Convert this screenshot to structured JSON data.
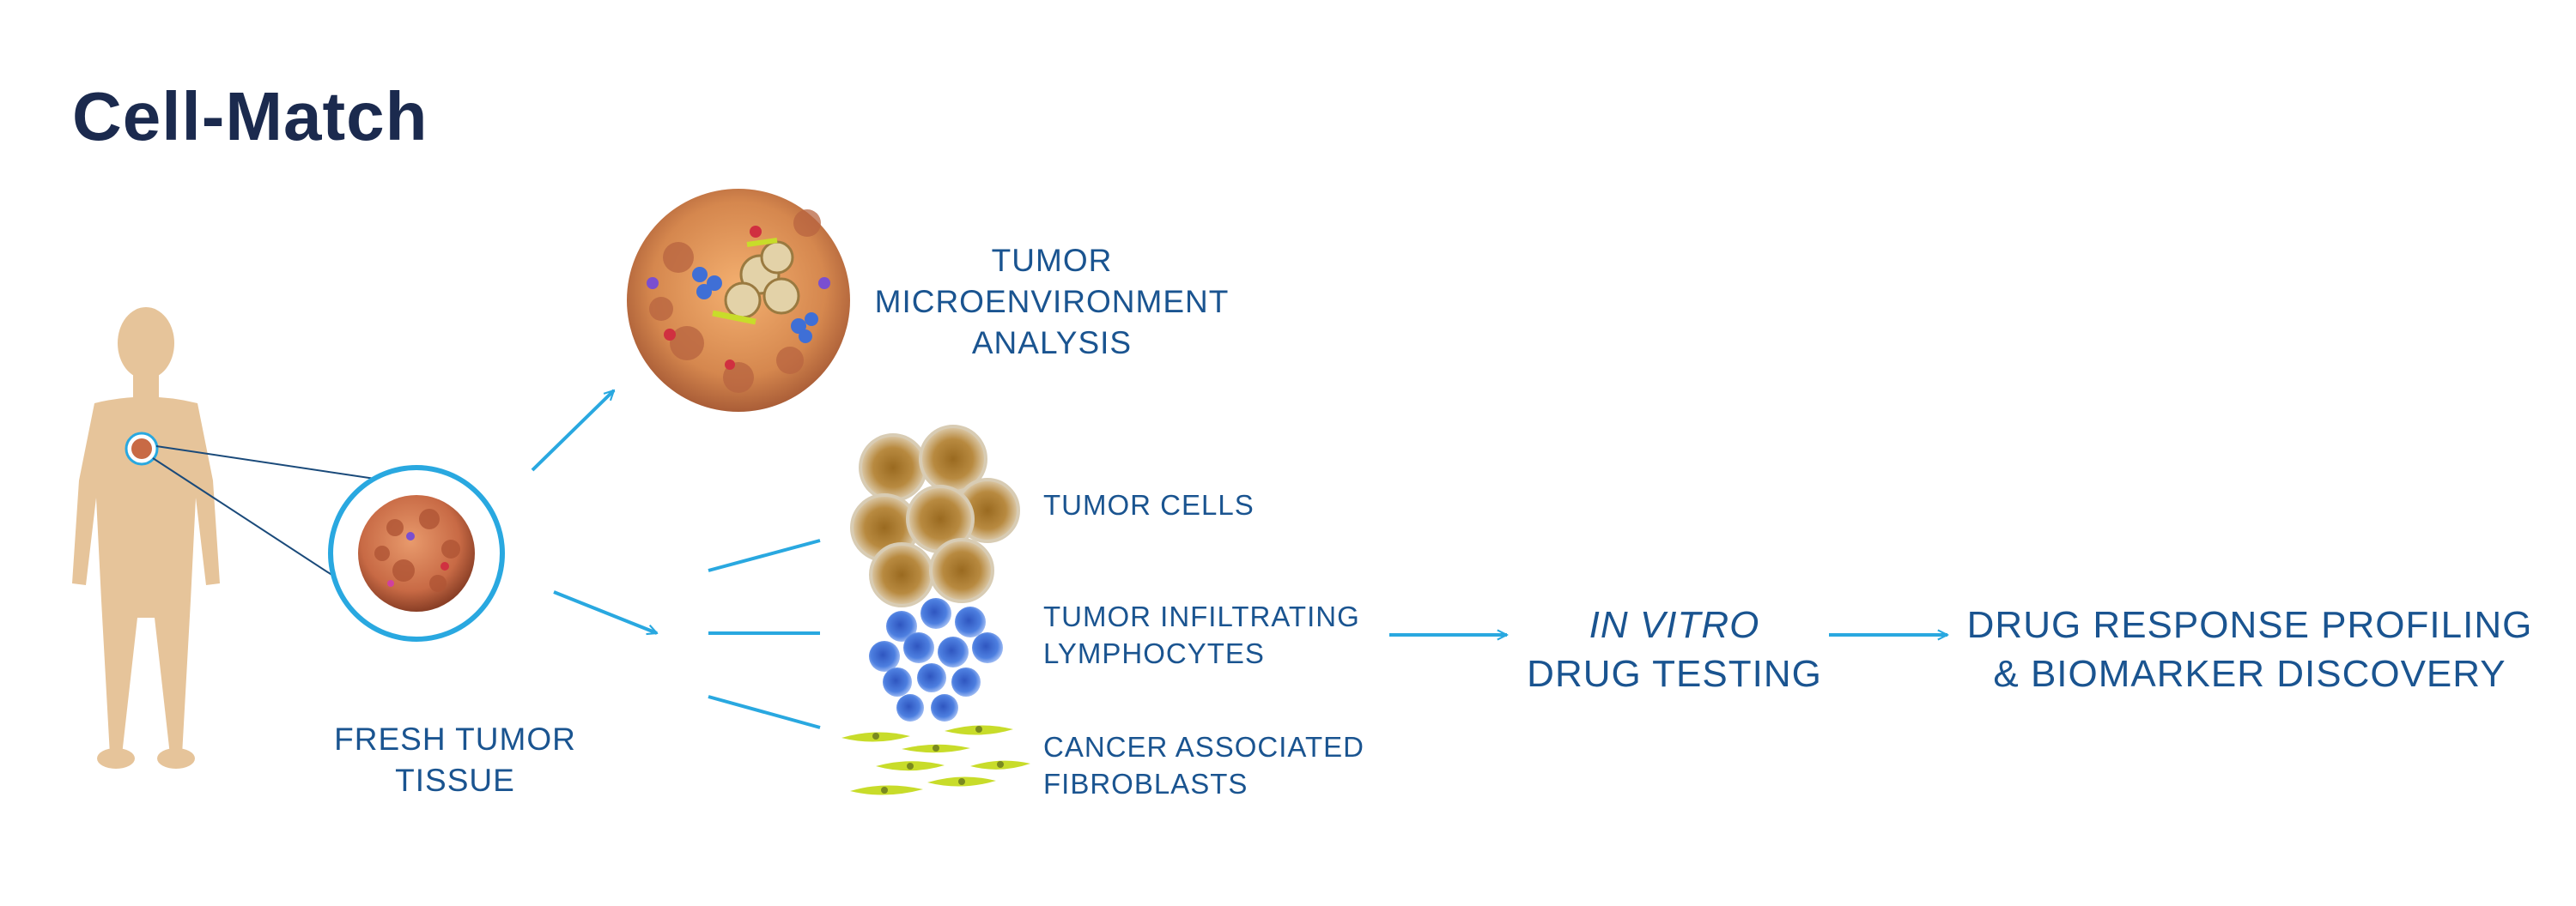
{
  "title": "Cell-Match",
  "labels": {
    "fresh_tumor": [
      "FRESH TUMOR",
      "TISSUE"
    ],
    "tme": [
      "TUMOR",
      "MICROENVIRONMENT",
      "ANALYSIS"
    ],
    "tumor_cells": "TUMOR CELLS",
    "til": [
      "TUMOR INFILTRATING",
      "LYMPHOCYTES"
    ],
    "caf": [
      "CANCER ASSOCIATED",
      "FIBROBLASTS"
    ],
    "in_vitro": [
      "IN VITRO",
      "DRUG TESTING"
    ],
    "drug_response": [
      "DRUG RESPONSE PROFILING",
      "& BIOMARKER DISCOVERY"
    ]
  },
  "colors": {
    "title": "#1b2a4e",
    "label": "#1a5490",
    "arrow": "#29a8e0",
    "body": "#e6c49a",
    "tumor": "#c86a45",
    "tumor_cell": "#b8863a",
    "lymphocyte": "#3f6fd6",
    "fibroblast": "#c8dc2a"
  },
  "icons": [
    "human-body-icon",
    "tumor-tissue-icon",
    "tumor-microenvironment-icon",
    "tumor-cells-icon",
    "lymphocytes-icon",
    "fibroblasts-icon"
  ]
}
